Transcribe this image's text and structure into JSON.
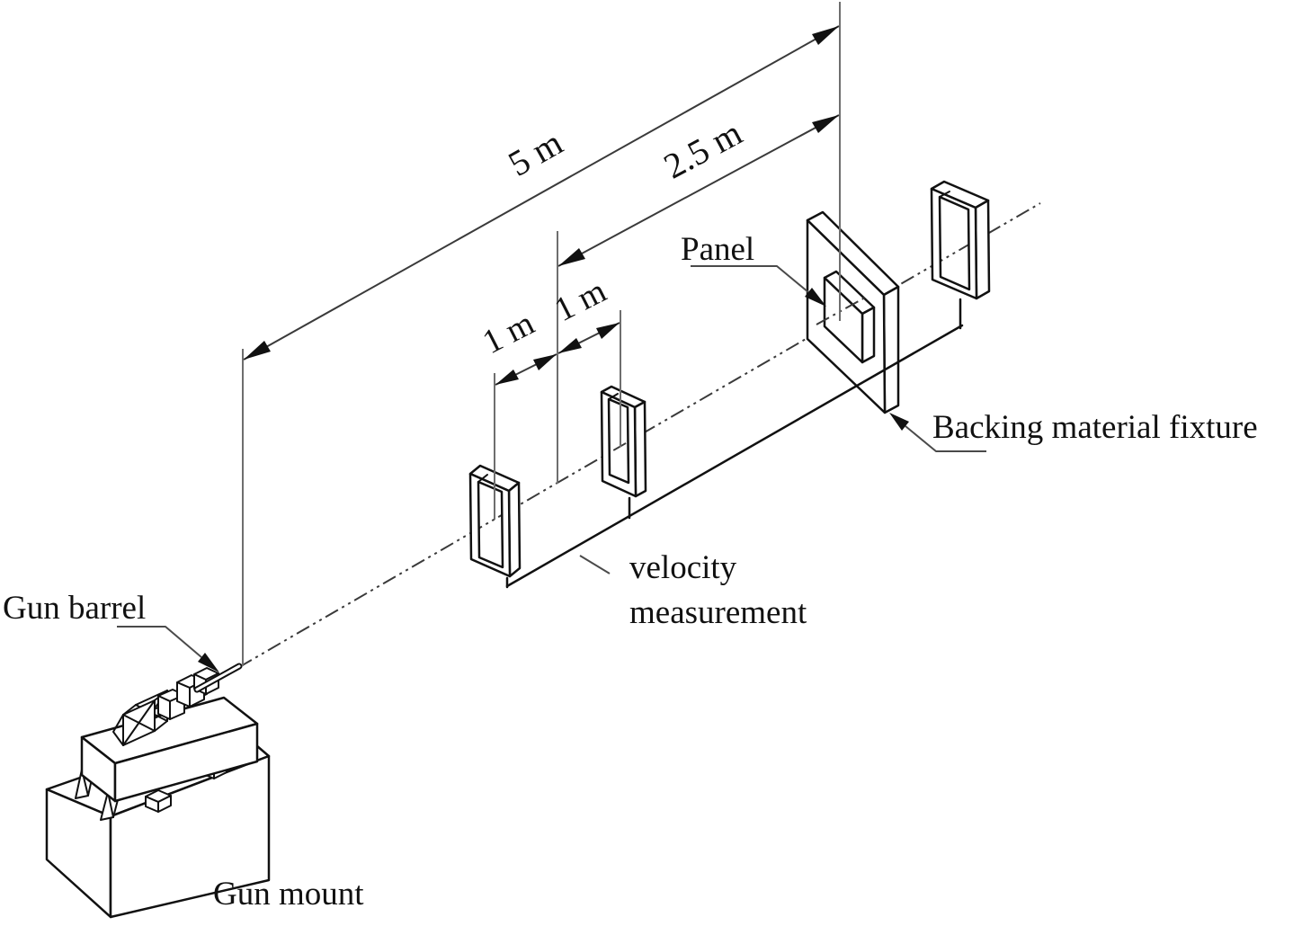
{
  "figure": {
    "colors": {
      "background": "#ffffff",
      "line_ink": "#111111",
      "dimension_ink": "#3a3a3a",
      "extension_line": "#6e6e6e",
      "leader_line": "#4a4a4a",
      "text": "#111111"
    },
    "labels": {
      "gun_barrel": "Gun barrel",
      "gun_mount": "Gun mount",
      "panel": "Panel",
      "backing_material_fixture": "Backing material fixture",
      "velocity_measurement_line1": "velocity",
      "velocity_measurement_line2": "measurement"
    },
    "dimensions": {
      "gun_to_fixture": "5 m",
      "first_frame_to_fixture": "2.5 m",
      "frame_spacing_first": "1 m",
      "frame_spacing_second": "1 m"
    }
  }
}
